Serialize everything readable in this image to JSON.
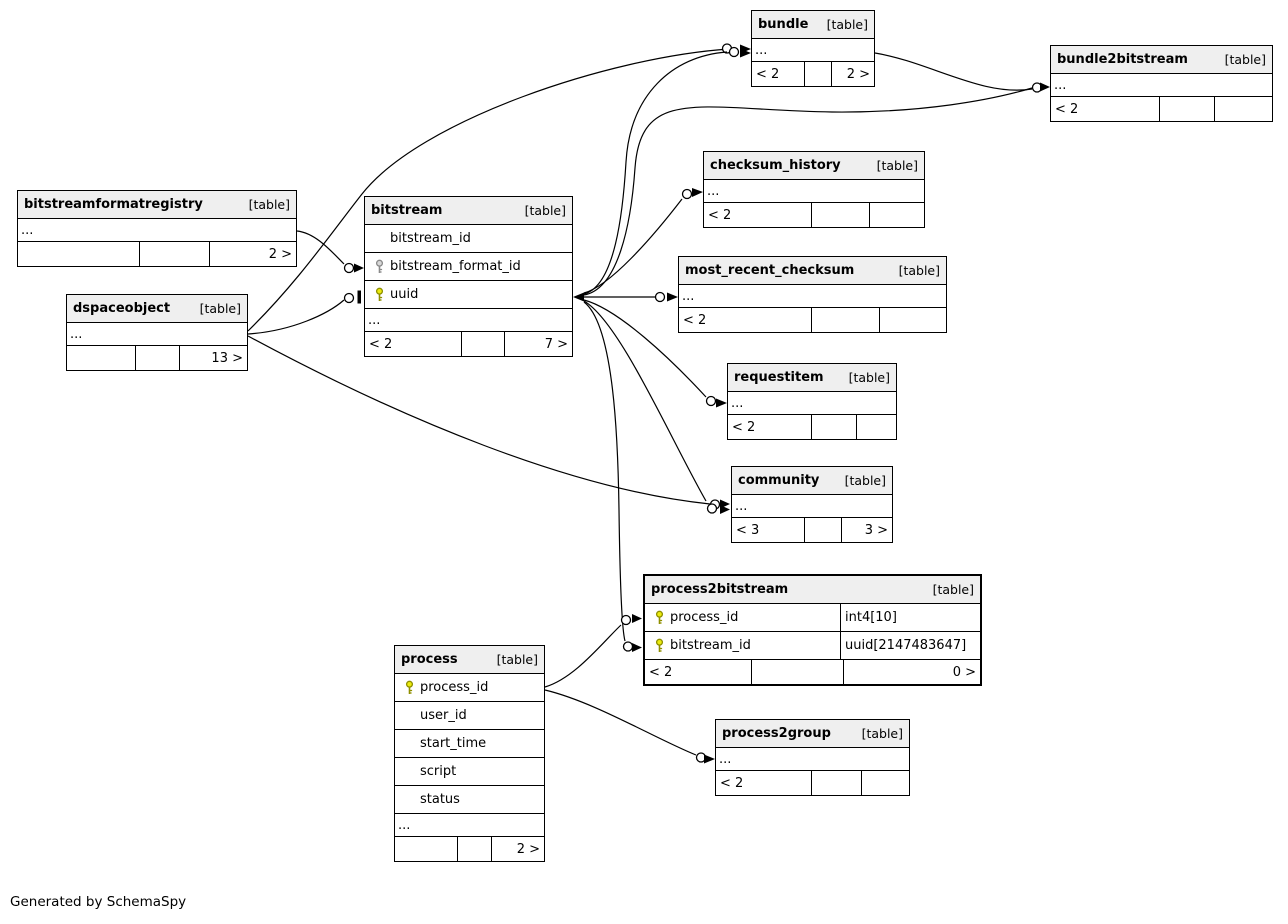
{
  "app": {
    "footer_note": "Generated by SchemaSpy"
  },
  "ui": {
    "ellipsis": "..."
  },
  "tables": {
    "bundle": {
      "name": "bundle",
      "tag": "[table]",
      "deg": [
        "< 2",
        "",
        "2 >"
      ]
    },
    "bundle2bitstream": {
      "name": "bundle2bitstream",
      "tag": "[table]",
      "deg": [
        "< 2",
        "",
        ""
      ]
    },
    "checksum_history": {
      "name": "checksum_history",
      "tag": "[table]",
      "deg": [
        "< 2",
        "",
        ""
      ]
    },
    "bitstreamformatregistry": {
      "name": "bitstreamformatregistry",
      "tag": "[table]",
      "deg": [
        "",
        "",
        "2 >"
      ]
    },
    "bitstream": {
      "name": "bitstream",
      "tag": "[table]",
      "columns": [
        {
          "name": "bitstream_id",
          "key": "none"
        },
        {
          "name": "bitstream_format_id",
          "key": "foreign"
        },
        {
          "name": "uuid",
          "key": "primary"
        }
      ],
      "deg": [
        "< 2",
        "",
        "7 >"
      ]
    },
    "most_recent_checksum": {
      "name": "most_recent_checksum",
      "tag": "[table]",
      "deg": [
        "< 2",
        "",
        ""
      ]
    },
    "dspaceobject": {
      "name": "dspaceobject",
      "tag": "[table]",
      "deg": [
        "",
        "",
        "13 >"
      ]
    },
    "requestitem": {
      "name": "requestitem",
      "tag": "[table]",
      "deg": [
        "< 2",
        "",
        ""
      ]
    },
    "community": {
      "name": "community",
      "tag": "[table]",
      "deg": [
        "< 3",
        "",
        "3 >"
      ]
    },
    "process2bitstream": {
      "name": "process2bitstream",
      "tag": "[table]",
      "columns": [
        {
          "name": "process_id",
          "type": "int4[10]",
          "key": "primary"
        },
        {
          "name": "bitstream_id",
          "type": "uuid[2147483647]",
          "key": "primary"
        }
      ],
      "deg": [
        "< 2",
        "",
        "0 >"
      ]
    },
    "process": {
      "name": "process",
      "tag": "[table]",
      "columns": [
        {
          "name": "process_id",
          "key": "primary"
        },
        {
          "name": "user_id",
          "key": "none"
        },
        {
          "name": "start_time",
          "key": "none"
        },
        {
          "name": "script",
          "key": "none"
        },
        {
          "name": "status",
          "key": "none"
        }
      ],
      "deg": [
        "",
        "",
        "2 >"
      ]
    },
    "process2group": {
      "name": "process2group",
      "tag": "[table]",
      "deg": [
        "< 2",
        "",
        ""
      ]
    }
  },
  "relationships": [
    {
      "from": "dspaceobject",
      "to": "bundle"
    },
    {
      "from": "bitstream.uuid",
      "to": "bundle"
    },
    {
      "from": "bundle",
      "to": "bundle2bitstream"
    },
    {
      "from": "bitstream.uuid",
      "to": "bundle2bitstream"
    },
    {
      "from": "bitstream.uuid",
      "to": "checksum_history"
    },
    {
      "from": "bitstreamformatregistry",
      "to": "bitstream.bitstream_format_id"
    },
    {
      "from": "dspaceobject",
      "to": "bitstream.uuid"
    },
    {
      "from": "bitstream.uuid",
      "to": "most_recent_checksum"
    },
    {
      "from": "bitstream.uuid",
      "to": "requestitem"
    },
    {
      "from": "bitstream.uuid",
      "to": "community"
    },
    {
      "from": "dspaceobject",
      "to": "community"
    },
    {
      "from": "bitstream.uuid",
      "to": "process2bitstream.bitstream_id"
    },
    {
      "from": "process.process_id",
      "to": "process2bitstream.process_id"
    },
    {
      "from": "process.process_id",
      "to": "process2group"
    }
  ]
}
